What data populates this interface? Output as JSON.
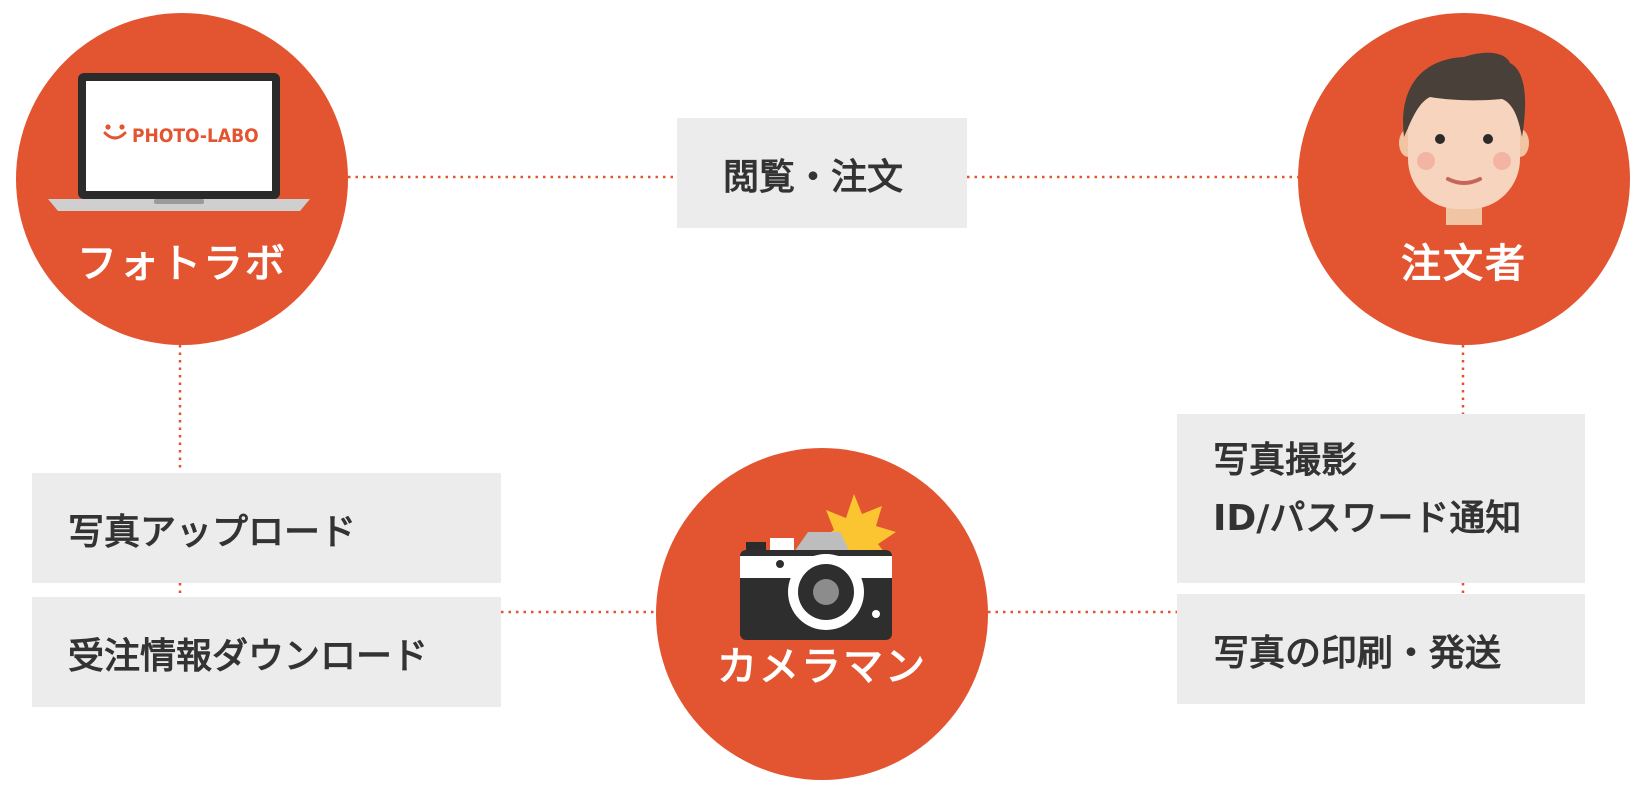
{
  "nodes": {
    "photolabo": {
      "label": "フォトラボ",
      "screen_logo": "PHOTO-LABO"
    },
    "orderer": {
      "label": "注文者"
    },
    "cameraman": {
      "label": "カメラマン"
    }
  },
  "actions": {
    "browse_order": "閲覧・注文",
    "photo_upload": "写真アップロード",
    "order_download": "受注情報ダウンロード",
    "photo_shoot": "写真撮影",
    "id_password_notice": "ID/パスワード通知",
    "print_ship": "写真の印刷・発送"
  },
  "colors": {
    "accent": "#e35431",
    "box_bg": "#ececec",
    "text": "#333333"
  },
  "icons": [
    "laptop-icon",
    "person-face-icon",
    "camera-icon",
    "flash-burst-icon"
  ]
}
